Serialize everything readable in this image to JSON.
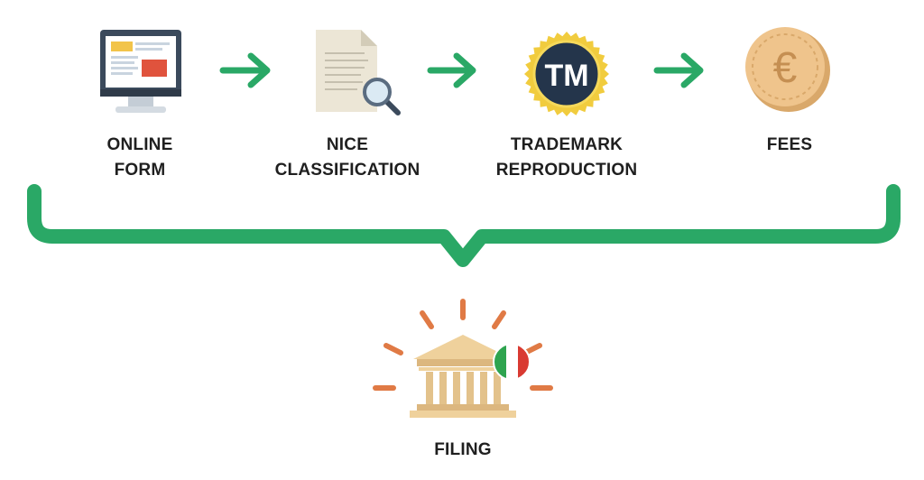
{
  "steps": [
    {
      "icon": "computer-monitor-form-icon",
      "line1": "ONLINE",
      "line2": "FORM"
    },
    {
      "icon": "document-magnifier-icon",
      "line1": "NICE",
      "line2": "CLASSIFICATION"
    },
    {
      "icon": "trademark-badge-icon",
      "line1": "TRADEMARK",
      "line2": "REPRODUCTION",
      "badge_text": "TM"
    },
    {
      "icon": "euro-coin-icon",
      "line1": "FEES",
      "line2": "",
      "coin_symbol": "€"
    }
  ],
  "result": {
    "icon": "courthouse-italy-flag-icon",
    "label": "FILING"
  },
  "colors": {
    "accent_green": "#2aa866",
    "ray_orange": "#e07a45",
    "building": "#e9c896",
    "badge_gold": "#f1cc3e",
    "badge_navy": "#24354b",
    "coin": "#efc48c",
    "flag_green": "#2ea44f",
    "flag_red": "#d93a32"
  }
}
